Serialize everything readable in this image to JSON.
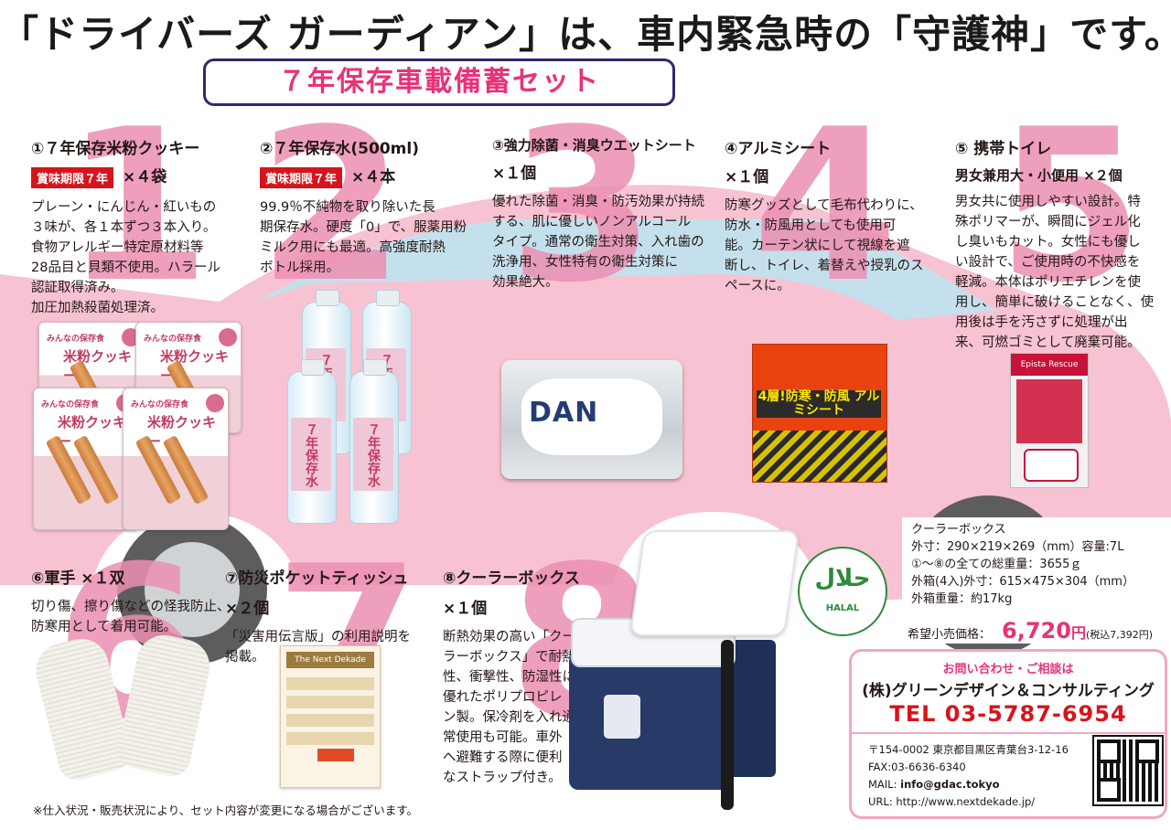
{
  "headline": "「ドライバーズ ガーディアン」は、車内緊急時の「守護神」です。",
  "subtitle": "７年保存車載備蓄セット",
  "big_numbers": [
    "1",
    "2",
    "3",
    "4",
    "5",
    "6",
    "7",
    "8"
  ],
  "items": {
    "i1": {
      "title": "①７年保存米粉クッキー",
      "badge": "賞味期限７年",
      "qty": "×４袋",
      "desc": [
        "プレーン・にんじん・紅いもの",
        "３味が、各１本ずつ３本入り。",
        "食物アレルギー特定原材料等",
        "28品目と貝類不使用。ハラール",
        "認証取得済み。",
        "加圧加熱殺菌処理済。"
      ]
    },
    "i2": {
      "title": "②７年保存水(500ml)",
      "badge": "賞味期限７年",
      "qty": "×４本",
      "desc": [
        "99.9％不純物を取り除いた長",
        "期保存水。硬度「0」で、服薬用粉",
        "ミルク用にも最適。高強度耐熱",
        "ボトル採用。"
      ]
    },
    "i3": {
      "title": "③強力除菌・消臭ウエットシート",
      "qty": "×１個",
      "desc": [
        "優れた除菌・消臭・防汚効果が持続",
        "する、肌に優しいノンアルコール",
        "タイプ。通常の衛生対策、入れ歯の",
        "洗浄用、女性特有の衛生対策に",
        "効果絶大。"
      ]
    },
    "i4": {
      "title": "④アルミシート",
      "qty": "×１個",
      "desc": [
        "防寒グッズとして毛布代わりに、",
        "防水・防風用としても使用可",
        "能。カーテン状にして視線を遮",
        "断し、トイレ、着替えや授乳のス",
        "ペースに。"
      ]
    },
    "i5": {
      "title": "⑤ 携帯トイレ",
      "sub": "男女兼用大・小便用 ×２個",
      "desc": [
        "男女共に使用しやすい設計。特",
        "殊ポリマーが、瞬間にジェル化",
        "し臭いもカット。女性にも優し",
        "い設計で、ご使用時の不快感を",
        "軽減。本体はポリエチレンを使",
        "用し、簡単に破けることなく、使",
        "用後は手を汚さずに処理が出",
        "来、可燃ゴミとして廃棄可能。"
      ]
    },
    "i6": {
      "title": "⑥軍手 ×１双",
      "desc": [
        "切り傷、擦り傷などの怪我防止、",
        "防寒用として着用可能。"
      ]
    },
    "i7": {
      "title": "⑦防災ポケットティッシュ",
      "qty": "×２個",
      "desc": [
        "「災害用伝言版」の利用説明を",
        "掲載。"
      ]
    },
    "i8": {
      "title": "⑧クーラーボックス",
      "qty": "×１個",
      "desc": [
        "断熱効果の高い「クー",
        "ラーボックス」で耐熱",
        "性、衝撃性、防湿性に",
        "優れたポリプロピレ",
        "ン製。保冷剤を入れ通",
        "常使用も可能。車外",
        "へ避難する際に便利",
        "なストラップ付き。"
      ]
    }
  },
  "packages": {
    "cookie_brand": "みんなの保存食",
    "cookie_name": "米粉クッキー",
    "water_label": "７年保存水",
    "wipe_brand": "DAN",
    "alumi_label": "4層!防寒・防風 アルミシート",
    "toilet_brand": "Epista Rescue",
    "tissue_header": "The Next Dekade",
    "halal_ar": "حلال",
    "halal_en": "HALAL"
  },
  "spec": {
    "lines": [
      "クーラーボックス",
      "外寸：290×219×269（mm）容量:7L",
      "①〜⑧の全ての総重量：3655ｇ",
      "外箱(4入)外寸：615×475×304（mm）",
      "外箱重量：約17kg"
    ],
    "price_label": "希望小売価格：",
    "price_value": "6,720",
    "price_unit": "円",
    "price_tax": "(税込7,392円)"
  },
  "contact": {
    "inquiry": "お問い合わせ・ご相談は",
    "company": "(株)グリーンデザイン＆コンサルティング",
    "tel": "TEL 03-5787-6954",
    "address": "〒154-0002 東京都目黒区青葉台3-12-16",
    "fax": "FAX:03-6636-6340",
    "mail_label": "MAIL: ",
    "mail": "info@gdac.tokyo",
    "url": "URL: http://www.nextdekade.jp/"
  },
  "footnote": "※仕入状況・販売状況により、セット内容が変更になる場合がございます。",
  "colors": {
    "pink": "#e6337a",
    "red": "#d7141c",
    "navy": "#2d2a6e",
    "car": "#f4b6c8"
  }
}
